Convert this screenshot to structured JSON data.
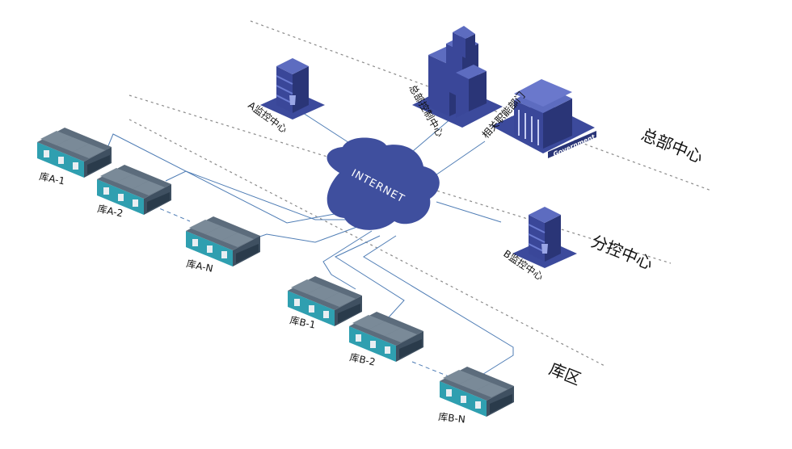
{
  "tiers": {
    "headquarters": "总部中心",
    "sub_center": "分控中心",
    "warehouse_zone": "库区"
  },
  "network": {
    "cloud_label": "INTERNET"
  },
  "buildings": {
    "hq_control": "总部控制中心",
    "related_dept": "相关职能部门",
    "gov_sign": "Government",
    "monitor_a": "A监控中心",
    "monitor_b": "B监控中心"
  },
  "warehouses": {
    "a1": "库A-1",
    "a2": "库A-2",
    "an": "库A-N",
    "b1": "库B-1",
    "b2": "库B-2",
    "bn": "库B-N"
  },
  "colors": {
    "building_top": "#5d6cc0",
    "building_left": "#3a4799",
    "building_right": "#2a3577",
    "platform": "#3c4a9c",
    "cloud": "#3f4f9e",
    "link": "#4f7db5",
    "roof": "#5c6c7c",
    "wall": "#2f9fb0"
  }
}
